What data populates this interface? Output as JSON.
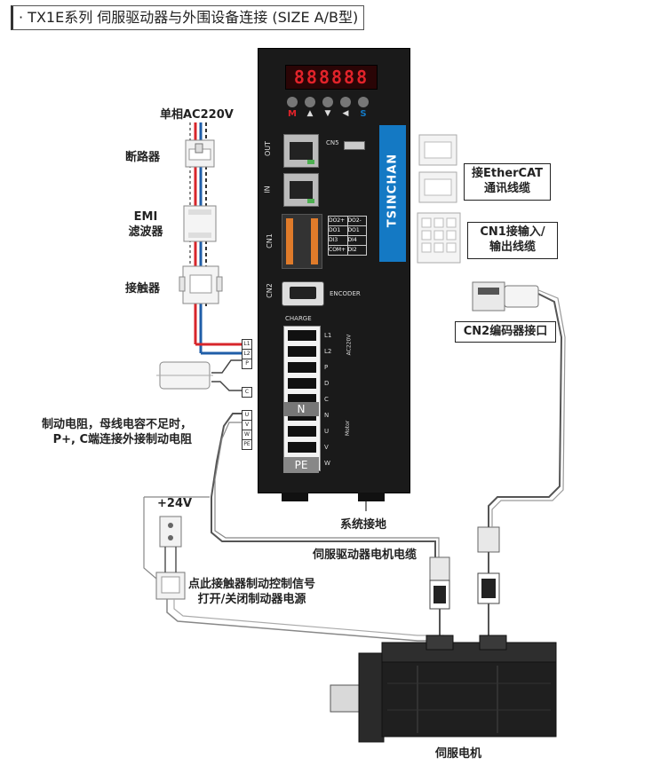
{
  "title": "· TX1E系列 伺服驱动器与外围设备连接 (SIZE A/B型)",
  "labels": {
    "power": "单相AC220V",
    "breaker": "断路器",
    "emi_line1": "EMI",
    "emi_line2": "滤波器",
    "contactor": "接触器",
    "brake_res_line1": "制动电阻，母线电容不足时，",
    "brake_res_line2": "P+, C端连接外接制动电阻",
    "v24": "+24V",
    "relay_line1": "点此接触器制动控制信号",
    "relay_line2": "打开/关闭制动器电源",
    "ground": "系统接地",
    "motor_cable": "伺服驱动器电机电缆",
    "motor": "伺服电机",
    "ethercat_line1": "接EtherCAT",
    "ethercat_line2": "通讯线缆",
    "cn1_line1": "CN1接输入/",
    "cn1_line2": "输出线缆",
    "cn2": "CN2编码器接口"
  },
  "drive": {
    "brand": "TSINCHAN",
    "display": "888888",
    "keys": [
      "M",
      "▲",
      "▼",
      "◀",
      "S"
    ],
    "port_out": "OUT",
    "port_in": "IN",
    "port_cn1": "CN1",
    "port_cn2": "CN2",
    "port_cn5": "CN5",
    "encoder": "ENCODER",
    "charge": "CHARGE",
    "terminals": [
      "L1",
      "L2",
      "P",
      "D",
      "C",
      "N",
      "U",
      "V",
      "W"
    ],
    "n_label": "N",
    "pe_label": "PE",
    "cn1_pins": [
      "DO2+",
      "DO2-",
      "DO1",
      "DO1",
      "DI3",
      "DI4",
      "COM+",
      "DI2"
    ],
    "ac_tag": "AC220V",
    "motor_tag": "Motor"
  },
  "wire_tags": [
    "L1",
    "L2",
    "P",
    "C",
    "U",
    "V",
    "W",
    "PE"
  ],
  "colors": {
    "red": "#d7262b",
    "blue": "#1f5ea8",
    "drive": "#1a1a1a",
    "accent": "#1479c4",
    "display_red": "#e2232a"
  }
}
